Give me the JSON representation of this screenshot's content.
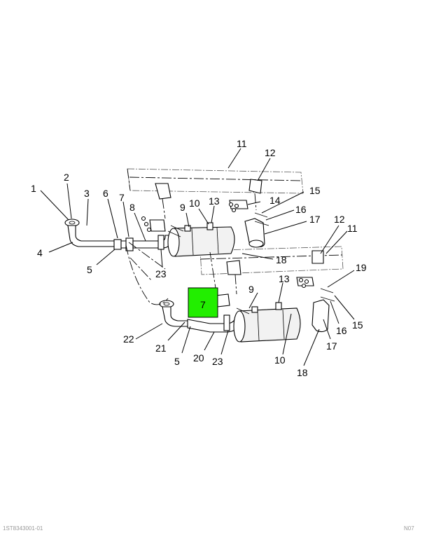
{
  "diagram": {
    "callouts": [
      {
        "id": "c1",
        "text": "1"
      },
      {
        "id": "c2",
        "text": "2"
      },
      {
        "id": "c3",
        "text": "3"
      },
      {
        "id": "c4",
        "text": "4"
      },
      {
        "id": "c5a",
        "text": "5"
      },
      {
        "id": "c6",
        "text": "6"
      },
      {
        "id": "c7",
        "text": "7"
      },
      {
        "id": "c8",
        "text": "8"
      },
      {
        "id": "c9a",
        "text": "9"
      },
      {
        "id": "c10a",
        "text": "10"
      },
      {
        "id": "c11a",
        "text": "11"
      },
      {
        "id": "c12a",
        "text": "12"
      },
      {
        "id": "c13a",
        "text": "13"
      },
      {
        "id": "c14",
        "text": "14"
      },
      {
        "id": "c15a",
        "text": "15"
      },
      {
        "id": "c16a",
        "text": "16"
      },
      {
        "id": "c17a",
        "text": "17"
      },
      {
        "id": "c18a",
        "text": "18"
      },
      {
        "id": "c23a",
        "text": "23"
      },
      {
        "id": "c12b",
        "text": "12"
      },
      {
        "id": "c11b",
        "text": "11"
      },
      {
        "id": "c19",
        "text": "19"
      },
      {
        "id": "c9b",
        "text": "9"
      },
      {
        "id": "c13b",
        "text": "13"
      },
      {
        "id": "c15b",
        "text": "15"
      },
      {
        "id": "c16b",
        "text": "16"
      },
      {
        "id": "c17b",
        "text": "17"
      },
      {
        "id": "c22",
        "text": "22"
      },
      {
        "id": "c21",
        "text": "21"
      },
      {
        "id": "c5b",
        "text": "5"
      },
      {
        "id": "c20",
        "text": "20"
      },
      {
        "id": "c23b",
        "text": "23"
      },
      {
        "id": "c10b",
        "text": "10"
      },
      {
        "id": "c18b",
        "text": "18"
      }
    ],
    "highlight": {
      "label": "7",
      "color": "#22ee00"
    }
  },
  "footer": {
    "left": "1ST8343001-01",
    "right": "N07"
  }
}
